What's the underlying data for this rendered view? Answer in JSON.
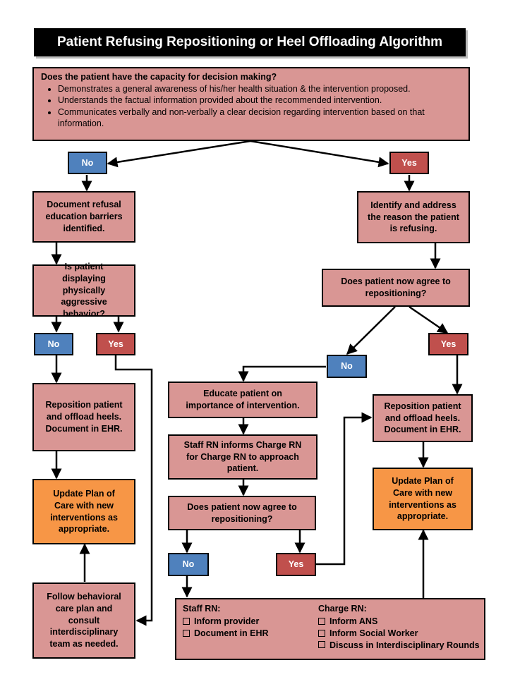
{
  "title": "Patient Refusing Repositioning or Heel Offloading Algorithm",
  "q_capacity": {
    "question": "Does the patient have the capacity for decision making?",
    "bullets": [
      "Demonstrates a general awareness of his/her health situation & the intervention proposed.",
      "Understands the factual information provided about the recommended intervention.",
      "Communicates verbally and non-verbally a clear decision regarding intervention based on that information."
    ]
  },
  "labels": {
    "no": "No",
    "yes": "Yes"
  },
  "left": {
    "document_refusal": "Document refusal education barriers identified.",
    "q_aggressive": "Is patient displaying physically aggressive behavior?",
    "reposition": "Reposition patient and offload heels. Document in EHR.",
    "update_plan": "Update Plan of Care with new interventions as appropriate.",
    "behavioral": "Follow behavioral care plan and consult interdisciplinary team as needed."
  },
  "right": {
    "identify": "Identify and address the reason the patient is refusing.",
    "q_agree": "Does patient now agree to repositioning?",
    "reposition": "Reposition patient and  offload heels. Document in EHR.",
    "update_plan": "Update Plan of Care with new interventions as appropriate."
  },
  "middle": {
    "educate": "Educate patient on importance of intervention.",
    "staff_informs": "Staff RN informs Charge RN for Charge RN to approach patient.",
    "q_agree": "Does patient now agree to repositioning?"
  },
  "final": {
    "staff": {
      "heading": "Staff RN:",
      "items": [
        "Inform provider",
        "Document in EHR"
      ]
    },
    "charge": {
      "heading": "Charge RN:",
      "items": [
        "Inform ANS",
        "Inform Social Worker",
        "Discuss in Interdisciplinary Rounds"
      ]
    }
  },
  "colors": {
    "box": "#d99694",
    "orange": "#f79646",
    "no": "#4f81bd",
    "yes": "#c0504d"
  }
}
